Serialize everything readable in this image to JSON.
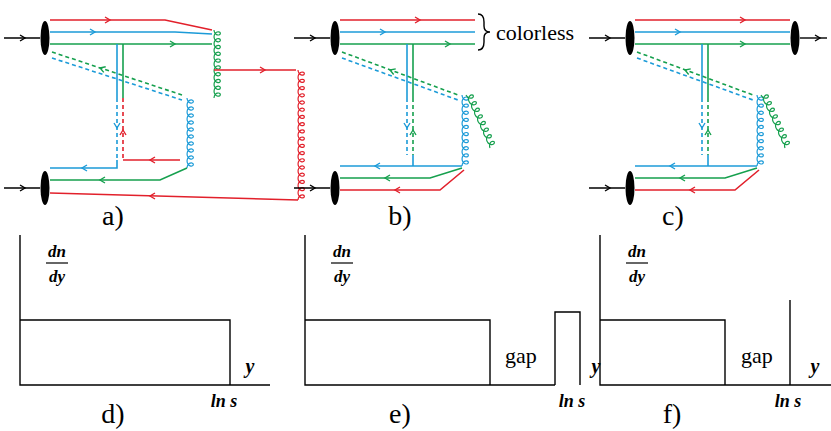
{
  "diagram": {
    "labels": [
      "colorless",
      "a)",
      "b)",
      "c)",
      "dn",
      "dy",
      "y",
      "ln s",
      "d)",
      "dn",
      "dy",
      "gap",
      "y",
      "ln s",
      "e)",
      "dn",
      "dy",
      "gap",
      "y",
      "ln s",
      "f)"
    ]
  }
}
